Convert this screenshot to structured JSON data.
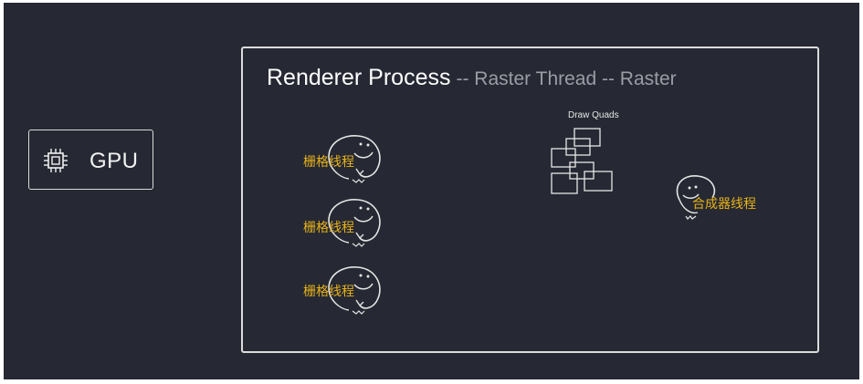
{
  "gpu": {
    "label": "GPU",
    "icon": "chip-icon"
  },
  "renderer": {
    "title": "Renderer Process",
    "subtitle": "-- Raster Thread  -- Raster"
  },
  "raster_threads": [
    {
      "label": "栅格线程"
    },
    {
      "label": "栅格线程"
    },
    {
      "label": "栅格线程"
    }
  ],
  "compositor_thread": {
    "label": "合成器线程"
  },
  "draw_quads": {
    "label": "Draw Quads"
  },
  "colors": {
    "background": "#262933",
    "border": "#dcdcdc",
    "thread_label": "#e8b21a",
    "subtitle": "#9a9da4"
  }
}
